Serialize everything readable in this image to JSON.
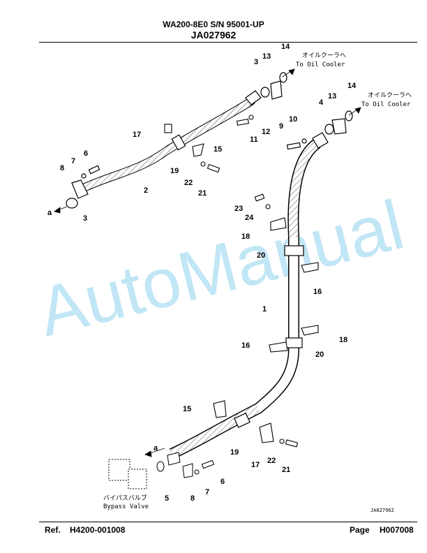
{
  "header": {
    "model": "WA200-8E0 S/N 95001-UP",
    "code": "JA027962"
  },
  "diagram": {
    "callouts": {
      "c1": "1",
      "c2": "2",
      "c3a": "3",
      "c3b": "3",
      "c4": "4",
      "c5": "5",
      "c6a": "6",
      "c6b": "6",
      "c7a": "7",
      "c7b": "7",
      "c8a": "8",
      "c8b": "8",
      "c9": "9",
      "c10": "10",
      "c11": "11",
      "c12": "12",
      "c13a": "13",
      "c13b": "13",
      "c14a": "14",
      "c14b": "14",
      "c15a": "15",
      "c15b": "15",
      "c16a": "16",
      "c16b": "16",
      "c17a": "17",
      "c17b": "17",
      "c18a": "18",
      "c18b": "18",
      "c19a": "19",
      "c19b": "19",
      "c20a": "20",
      "c20b": "20",
      "c21a": "21",
      "c21b": "21",
      "c22a": "22",
      "c22b": "22",
      "c23": "23",
      "c24": "24",
      "ca1": "a",
      "ca2": "a"
    },
    "to_oil_cooler_jp": "オイルクーラへ",
    "to_oil_cooler_en": "To Oil Cooler",
    "bypass_jp": "バイパスバルブ",
    "bypass_en": "Bypass Valve",
    "drawing_code": "JA027962",
    "watermark": "AutoManual"
  },
  "footer": {
    "ref_label": "Ref.",
    "ref_value": "H4200-001008",
    "page_label": "Page",
    "page_value": "H007008"
  }
}
